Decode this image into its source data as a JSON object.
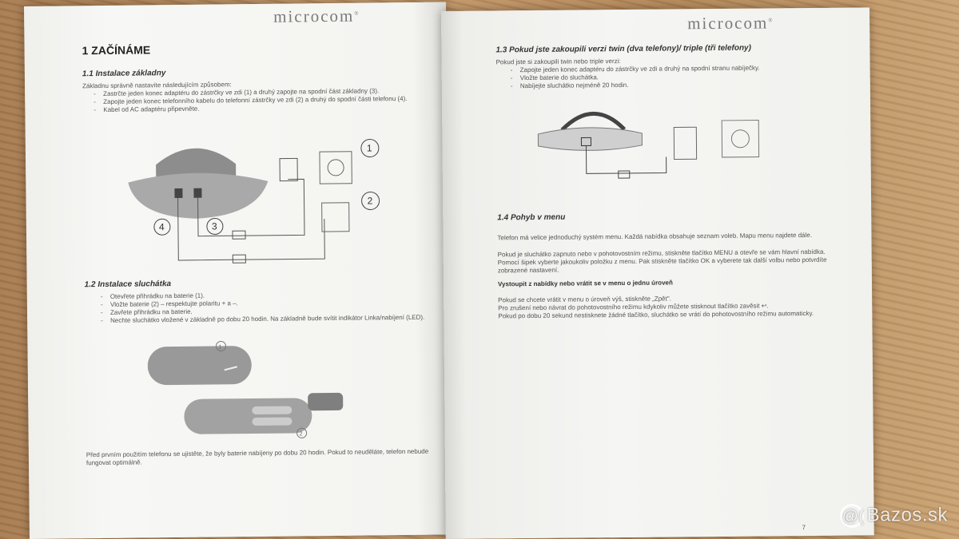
{
  "left_page": {
    "brand": "microcom",
    "brand_mark": "®",
    "section_title": "1  ZAČÍNÁME",
    "s11": {
      "title": "1.1  Instalace základny",
      "intro": "Základnu správně nastavíte následujícím způsobem:",
      "items": [
        "Zastrčte jeden konec adaptéru do zástrčky ve zdi (1) a druhý zapojte na spodní část základny (3).",
        "Zapojte jeden konec telefonního kabelu do telefonní zástrčky ve zdi (2) a druhý do spodní části telefonu (4).",
        "Kabel od AC adaptéru připevněte."
      ],
      "callouts": [
        "1",
        "2",
        "3",
        "4"
      ]
    },
    "s12": {
      "title": "1.2  Instalace sluchátka",
      "items": [
        "Otevřete přihrádku na baterie (1).",
        "Vložte baterie (2) – respektujte polaritu + a –.",
        "Zavřete přihrádku na baterie.",
        "Nechte sluchátko vložené v základně po dobu 20 hodin. Na základně bude svítit indikátor Linka/nabíjení (LED)."
      ],
      "callouts": [
        "1",
        "2"
      ]
    },
    "footer_note": "Před prvním použitím telefonu se ujistěte, že byly baterie nabíjeny po dobu 20 hodin. Pokud to neuděláte, telefon nebude fungovat optimálně."
  },
  "right_page": {
    "brand": "microcom",
    "brand_mark": "®",
    "s13": {
      "title": "1.3  Pokud jste zakoupili verzi  twin (dva telefony)/ triple (tři telefony)",
      "intro": "Pokud jste si zakoupili twin nebo triple verzi:",
      "items": [
        "Zapojte jeden konec adaptéru do zástrčky ve zdi a druhý na spodní stranu nabíječky.",
        "Vložte baterie do sluchátka.",
        "Nabíjejte sluchátko nejméně 20 hodin."
      ]
    },
    "s14": {
      "title": "1.4  Pohyb v menu",
      "p1": "Telefon má velice jednoduchý systém menu. Každá nabídka obsahuje seznam voleb. Mapu menu najdete dále.",
      "p2": "Pokud je sluchátko zapnuto nebo v pohotovostním režimu, stiskněte tlačítko MENU a otevře se vám hlavní nabídka. Pomocí šipek vyberte jakoukoliv položku z menu. Pak stiskněte tlačítko OK a vyberete tak další volbu nebo potvrdíte zobrazené nastavení.",
      "subheading": "Vystoupit z nabídky nebo vrátit se v menu o jednu úroveň",
      "p3": "Pokud se chcete vrátit v menu o úroveň výš, stiskněte „Zpět\".",
      "p4": "Pro zrušení nebo návrat do pohotovostního režimu kdykoliv můžete stisknout tlačítko zavěsit ↩.",
      "p5": "Pokud po dobu 20 sekund nestisknete žádné tlačítko, sluchátko se vrátí do pohotovostního režimu automaticky."
    },
    "page_number": "7"
  },
  "watermark": {
    "icon": "bazos-at-icon",
    "glyph": "@(",
    "text": "Bazos.sk"
  }
}
